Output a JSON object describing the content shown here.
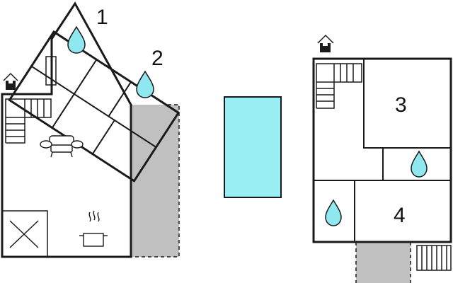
{
  "floor_plan": {
    "colors": {
      "wall": "#1a1a1a",
      "terrace": "#c0c0c0",
      "pool": "#99eef3",
      "water_drop": "#8fe7f0"
    },
    "icons": [
      "entrance-house-icon",
      "stairs-icon",
      "sofa-icon",
      "cooking-pot-icon",
      "water-drop-icon",
      "x-box-icon"
    ],
    "rooms": [
      {
        "number": "1"
      },
      {
        "number": "2"
      },
      {
        "number": "3"
      },
      {
        "number": "4"
      }
    ]
  }
}
